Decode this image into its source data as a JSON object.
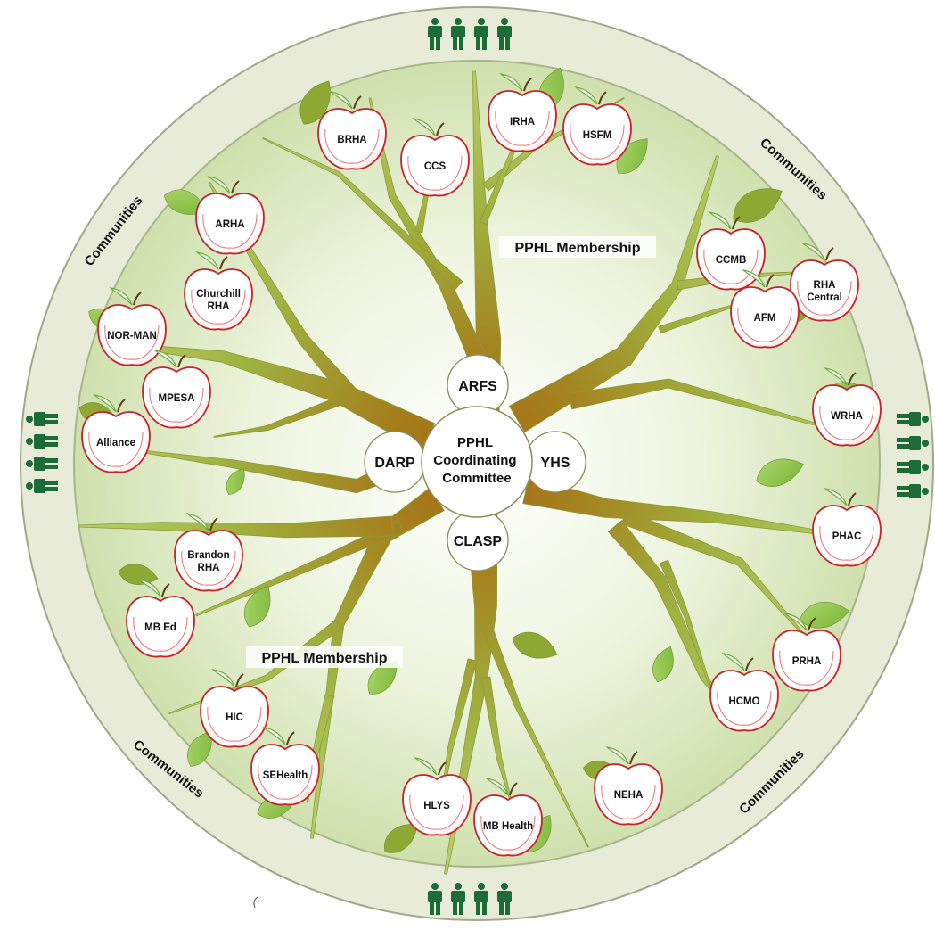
{
  "center": {
    "lines": [
      "PPHL",
      "Coordinating",
      "Committee"
    ]
  },
  "hubs": [
    {
      "id": "arfs",
      "label": "ARFS"
    },
    {
      "id": "darp",
      "label": "DARP"
    },
    {
      "id": "yhs",
      "label": "YHS"
    },
    {
      "id": "clasp",
      "label": "CLASP"
    }
  ],
  "membership_labels": [
    "PPHL Membership",
    "PPHL Membership"
  ],
  "community_labels": [
    "Communities",
    "Communities",
    "Communities",
    "Communities"
  ],
  "members": [
    {
      "id": "brha",
      "lines": [
        "BRHA"
      ]
    },
    {
      "id": "ccs",
      "lines": [
        "CCS"
      ]
    },
    {
      "id": "irha",
      "lines": [
        "IRHA"
      ]
    },
    {
      "id": "hsfm",
      "lines": [
        "HSFM"
      ]
    },
    {
      "id": "arha",
      "lines": [
        "ARHA"
      ]
    },
    {
      "id": "churchill-rha",
      "lines": [
        "Churchill",
        "RHA"
      ]
    },
    {
      "id": "nor-man",
      "lines": [
        "NOR-MAN"
      ]
    },
    {
      "id": "mpesa",
      "lines": [
        "MPESA"
      ]
    },
    {
      "id": "alliance",
      "lines": [
        "Alliance"
      ]
    },
    {
      "id": "ccmb",
      "lines": [
        "CCMB"
      ]
    },
    {
      "id": "rha-central",
      "lines": [
        "RHA",
        "Central"
      ]
    },
    {
      "id": "afm",
      "lines": [
        "AFM"
      ]
    },
    {
      "id": "wrha",
      "lines": [
        "WRHA"
      ]
    },
    {
      "id": "phac",
      "lines": [
        "PHAC"
      ]
    },
    {
      "id": "prha",
      "lines": [
        "PRHA"
      ]
    },
    {
      "id": "hcmo",
      "lines": [
        "HCMO"
      ]
    },
    {
      "id": "neha",
      "lines": [
        "NEHA"
      ]
    },
    {
      "id": "brandon-rha",
      "lines": [
        "Brandon",
        "RHA"
      ]
    },
    {
      "id": "mb-ed",
      "lines": [
        "MB Ed"
      ]
    },
    {
      "id": "hic",
      "lines": [
        "HIC"
      ]
    },
    {
      "id": "sehealth",
      "lines": [
        "SEHealth"
      ]
    },
    {
      "id": "hlys",
      "lines": [
        "HLYS"
      ]
    },
    {
      "id": "mb-health",
      "lines": [
        "MB Health"
      ]
    }
  ],
  "colors": {
    "outer_ring": "#e6ead6",
    "ring_stroke": "#9aa57a",
    "inner_light": "#ffffff",
    "inner_mid": "#eef3dd",
    "inner_edge": "#c9dba7",
    "branch_center": "#b07c1c",
    "branch_edge": "#9bb044",
    "leaf": "#8cc63f",
    "leaf_dark": "#8ea834",
    "apple_stroke": "#c0262d",
    "person": "#1e6b3a"
  }
}
